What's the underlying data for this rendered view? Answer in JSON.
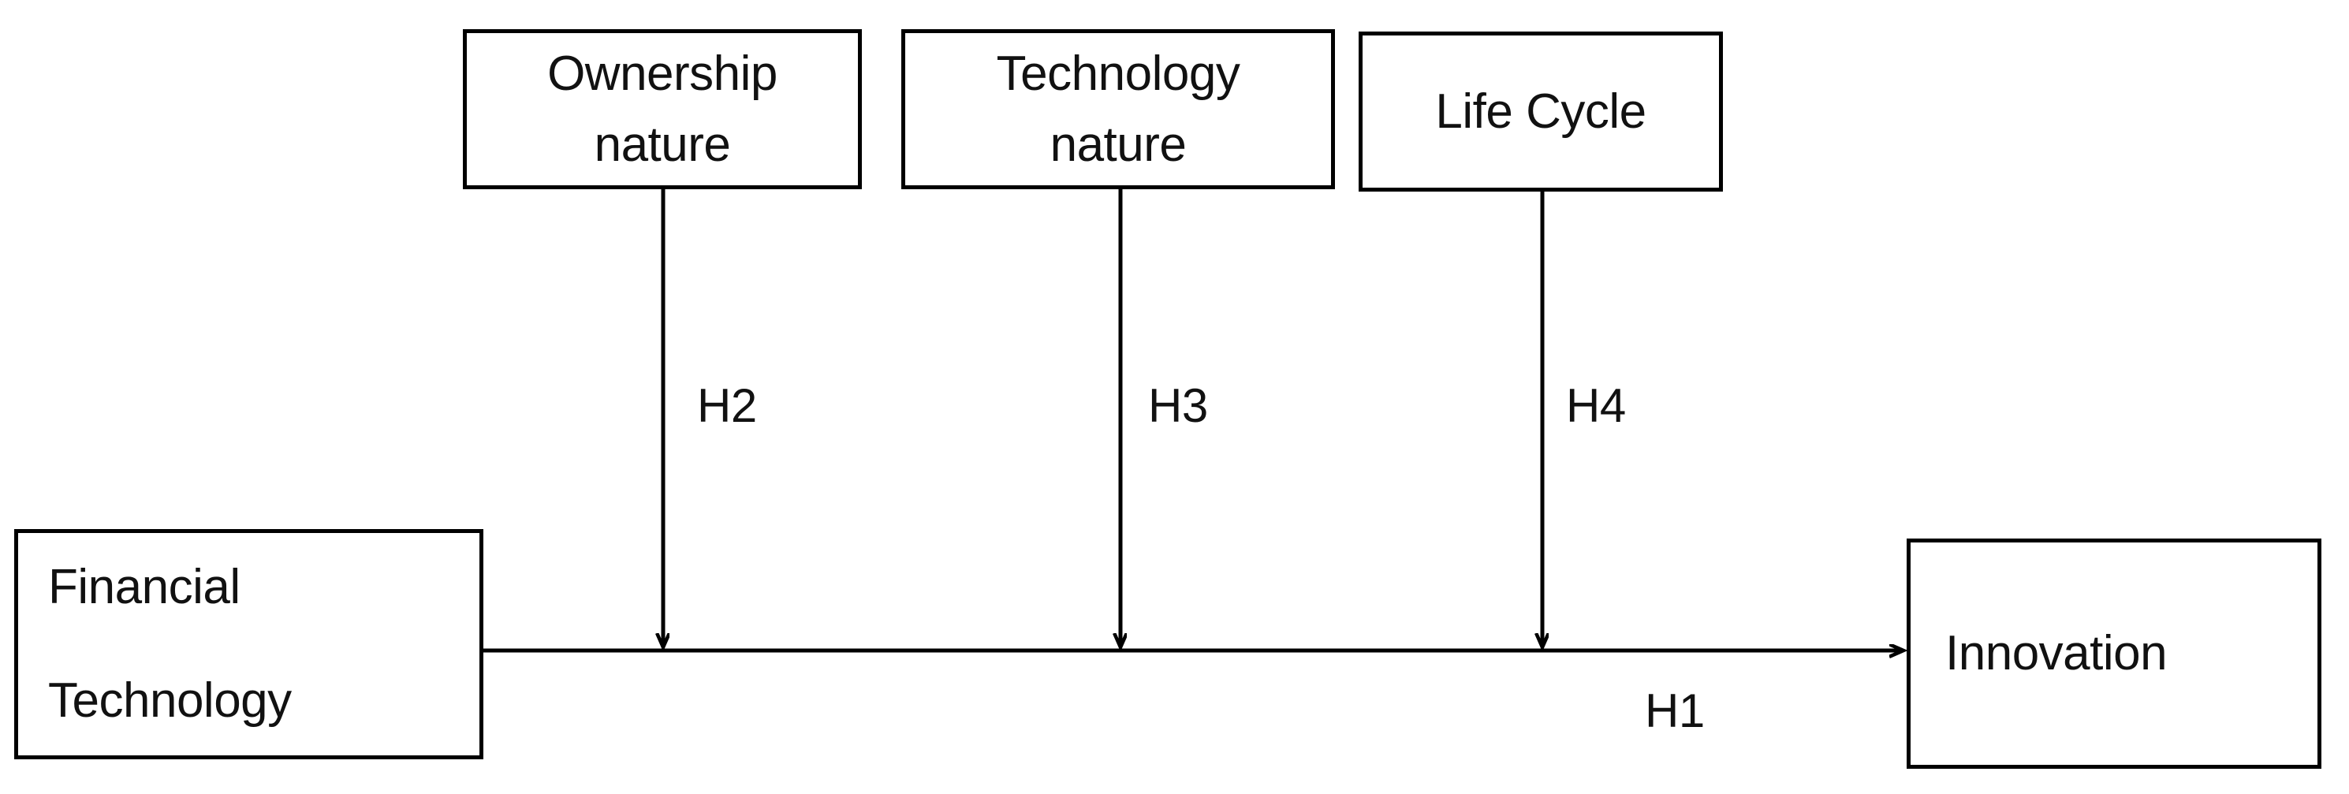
{
  "diagram": {
    "type": "conceptual-research-framework",
    "title": "",
    "background_color": "#ffffff",
    "line_color": "#000000",
    "text_color": "#111111",
    "nodes": [
      {
        "id": "ownership-nature",
        "lines": [
          "Ownership",
          "nature"
        ],
        "role": "moderator"
      },
      {
        "id": "technology-nature",
        "lines": [
          "Technology",
          "nature"
        ],
        "role": "moderator"
      },
      {
        "id": "life-cycle",
        "lines": [
          "Life Cycle"
        ],
        "role": "moderator"
      },
      {
        "id": "financial-technology",
        "lines": [
          "Financial",
          "Technology"
        ],
        "role": "independent-variable"
      },
      {
        "id": "innovation",
        "lines": [
          "Innovation"
        ],
        "role": "dependent-variable"
      }
    ],
    "edges": [
      {
        "id": "h1",
        "label": "H1",
        "from": "financial-technology",
        "to": "innovation",
        "direction": "horizontal",
        "arrow": true
      },
      {
        "id": "h2",
        "label": "H2",
        "from": "ownership-nature",
        "to": "h1-path",
        "direction": "vertical",
        "arrow": true
      },
      {
        "id": "h3",
        "label": "H3",
        "from": "technology-nature",
        "to": "h1-path",
        "direction": "vertical",
        "arrow": true
      },
      {
        "id": "h4",
        "label": "H4",
        "from": "life-cycle",
        "to": "h1-path",
        "direction": "vertical",
        "arrow": true
      }
    ]
  }
}
